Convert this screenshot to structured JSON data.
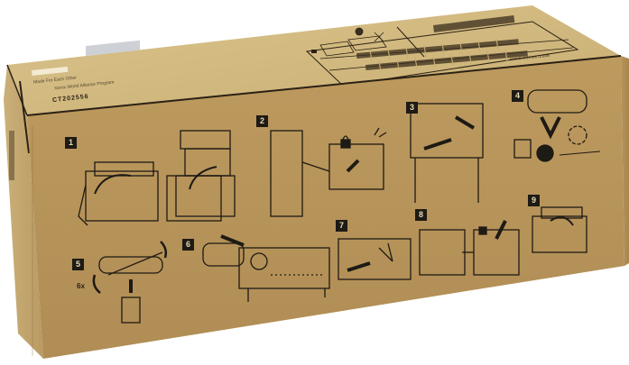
{
  "scene": {
    "subject": "Toner cartridge shipping box",
    "background_color": "#ffffff",
    "colors": {
      "cardboard_front": "#b8965c",
      "cardboard_top": "#d4bd84",
      "cardboard_side": "#c9ad74",
      "ink": "#1e1a14"
    }
  },
  "top_panel": {
    "product_code": "CT202556",
    "program_title": "Made For Each Other",
    "program_subtitle": "Xerox World Alliance Program",
    "website": "www.xerox.com",
    "label_sticker": "barcode-sticker",
    "barcodes": [
      "barcode-1",
      "barcode-2",
      "barcode-3"
    ],
    "handling_symbols": [
      "fragile-icon",
      "keep-dry-icon",
      "temperature-icon",
      "do-not-stack-icon"
    ]
  },
  "front_panel": {
    "instruction_steps": [
      {
        "number": "1",
        "description": "Open printer front cover"
      },
      {
        "number": "2",
        "description": "Unlock and remove old cartridge"
      },
      {
        "number": "3",
        "description": "Pull out used cartridge"
      },
      {
        "number": "4",
        "description": "Recycle used cartridge"
      },
      {
        "number": "5",
        "description": "Shake new cartridge",
        "repeat_label": "6x"
      },
      {
        "number": "6",
        "description": "Insert new cartridge"
      },
      {
        "number": "7",
        "description": "Push cartridge in"
      },
      {
        "number": "8",
        "description": "Lock cartridge"
      },
      {
        "number": "9",
        "description": "Close front cover"
      }
    ]
  }
}
